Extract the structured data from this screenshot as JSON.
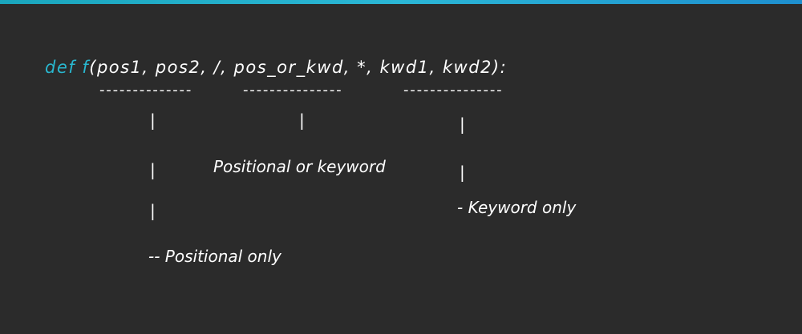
{
  "signature": {
    "keyword": "def",
    "function_name": "f",
    "params": "(pos1, pos2, /, pos_or_kwd, *, kwd1, kwd2):"
  },
  "underlines": [
    "--------------",
    "---------------",
    "---------------"
  ],
  "pipes": [
    "|",
    "|",
    "|",
    "|",
    "|",
    "|"
  ],
  "labels": {
    "positional_or_keyword": "Positional or keyword",
    "keyword_only": "- Keyword only",
    "positional_only": "-- Positional only"
  },
  "colors": {
    "background": "#2b2b2b",
    "accent": "#29b7cf",
    "text": "#ffffff",
    "top_bar": "#1aa6bd"
  }
}
